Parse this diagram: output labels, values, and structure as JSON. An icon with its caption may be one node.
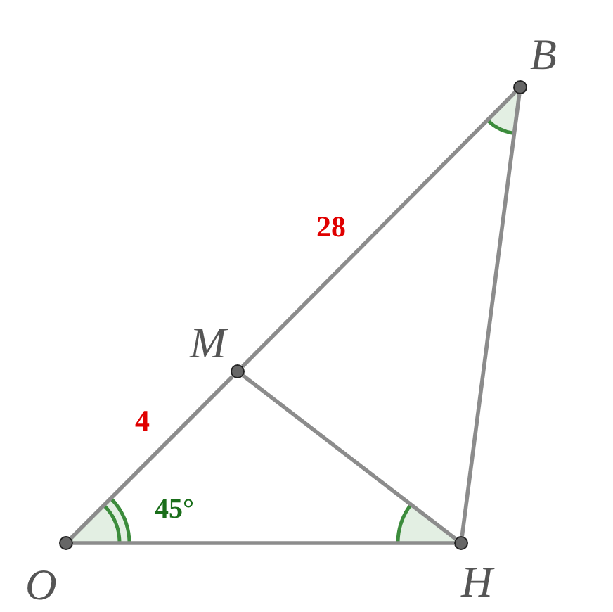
{
  "diagram": {
    "nodes": [
      {
        "text": [
          "B"
        ]
      },
      {
        "text": [
          "M"
        ]
      },
      {
        "text": [
          "O"
        ]
      },
      {
        "text": [
          "H"
        ]
      }
    ],
    "edges": [
      {
        "from": 2,
        "to": 1,
        "arrow": "none",
        "label": "4"
      },
      {
        "from": 1,
        "to": 0,
        "arrow": "none",
        "label": "28"
      },
      {
        "from": 0,
        "to": 3,
        "arrow": "none"
      },
      {
        "from": 2,
        "to": 3,
        "arrow": "none"
      },
      {
        "from": 1,
        "to": 3,
        "arrow": "none"
      }
    ],
    "labels": [
      "45°"
    ]
  }
}
